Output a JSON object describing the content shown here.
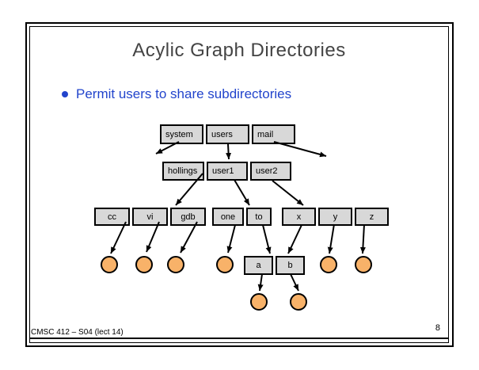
{
  "slide": {
    "title": "Acylic Graph Directories",
    "bullet_text": "Permit users to share subdirectories",
    "footer_text": "CMSC 412 – S04  (lect 14)",
    "page_number": "8"
  },
  "colors": {
    "accent_blue": "#2244cc",
    "title_gray": "#444444",
    "cell_fill": "#d8d8d8",
    "file_fill": "#f8b269",
    "line_color": "#000000"
  },
  "diagram": {
    "root_table": {
      "cells": [
        "system",
        "users",
        "mail"
      ]
    },
    "users_table": {
      "cells": [
        "hollings",
        "user1",
        "user2"
      ]
    },
    "hollings_table": {
      "cells": [
        "cc",
        "vi",
        "gdb"
      ]
    },
    "user1_table": {
      "cells": [
        "one",
        "to"
      ]
    },
    "user2_table": {
      "cells": [
        "x",
        "y",
        "z"
      ]
    },
    "shared_table": {
      "cells": [
        "a",
        "b"
      ]
    },
    "file_count": 8
  }
}
